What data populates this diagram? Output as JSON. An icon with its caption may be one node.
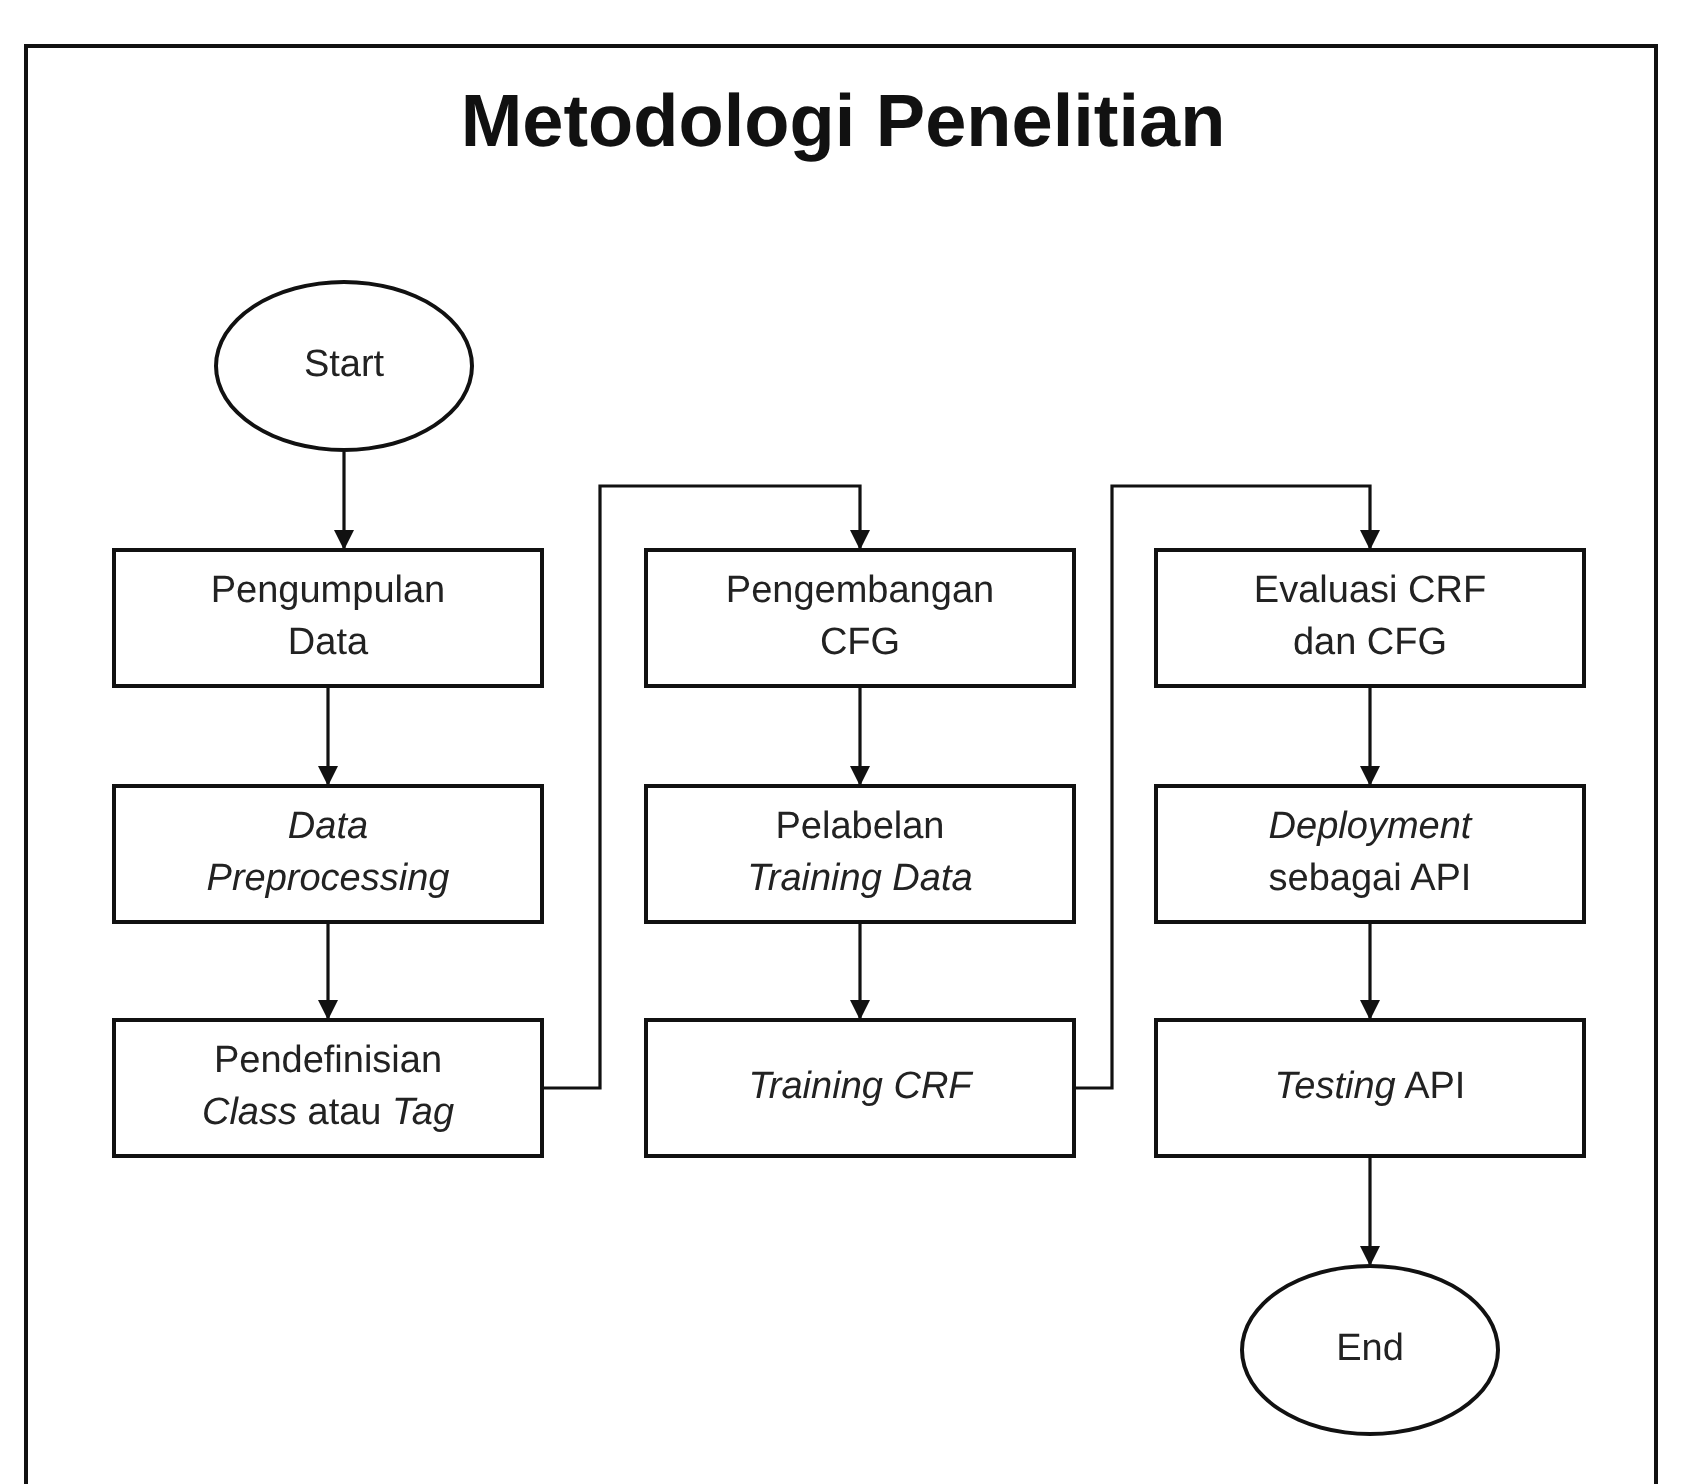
{
  "diagram": {
    "title": "Metodologi Penelitian",
    "nodes": [
      {
        "text": [
          "Start"
        ]
      },
      {
        "text": [
          "Pengumpulan Data"
        ]
      },
      {
        "text": [
          "*Data Preprocessing*"
        ]
      },
      {
        "text": [
          "Pendefinisian *Class* atau *Tag*"
        ]
      },
      {
        "text": [
          "Pengembangan CFG"
        ]
      },
      {
        "text": [
          "Pelabelan *Training Data*"
        ]
      },
      {
        "text": [
          "*Training CRF*"
        ]
      },
      {
        "text": [
          "Evaluasi CRF dan CFG"
        ]
      },
      {
        "text": [
          "*Deployment* sebagai API"
        ]
      },
      {
        "text": [
          "*Testing* API"
        ]
      },
      {
        "text": [
          "End"
        ]
      }
    ],
    "edges": [
      {
        "from": 0,
        "to": 1,
        "arrow": "to"
      },
      {
        "from": 1,
        "to": 2,
        "arrow": "to"
      },
      {
        "from": 2,
        "to": 3,
        "arrow": "to"
      },
      {
        "from": 3,
        "to": 4,
        "arrow": "to"
      },
      {
        "from": 4,
        "to": 5,
        "arrow": "to"
      },
      {
        "from": 5,
        "to": 6,
        "arrow": "to"
      },
      {
        "from": 6,
        "to": 7,
        "arrow": "to"
      },
      {
        "from": 7,
        "to": 8,
        "arrow": "to"
      },
      {
        "from": 8,
        "to": 9,
        "arrow": "to"
      },
      {
        "from": 9,
        "to": 10,
        "arrow": "to"
      }
    ]
  }
}
